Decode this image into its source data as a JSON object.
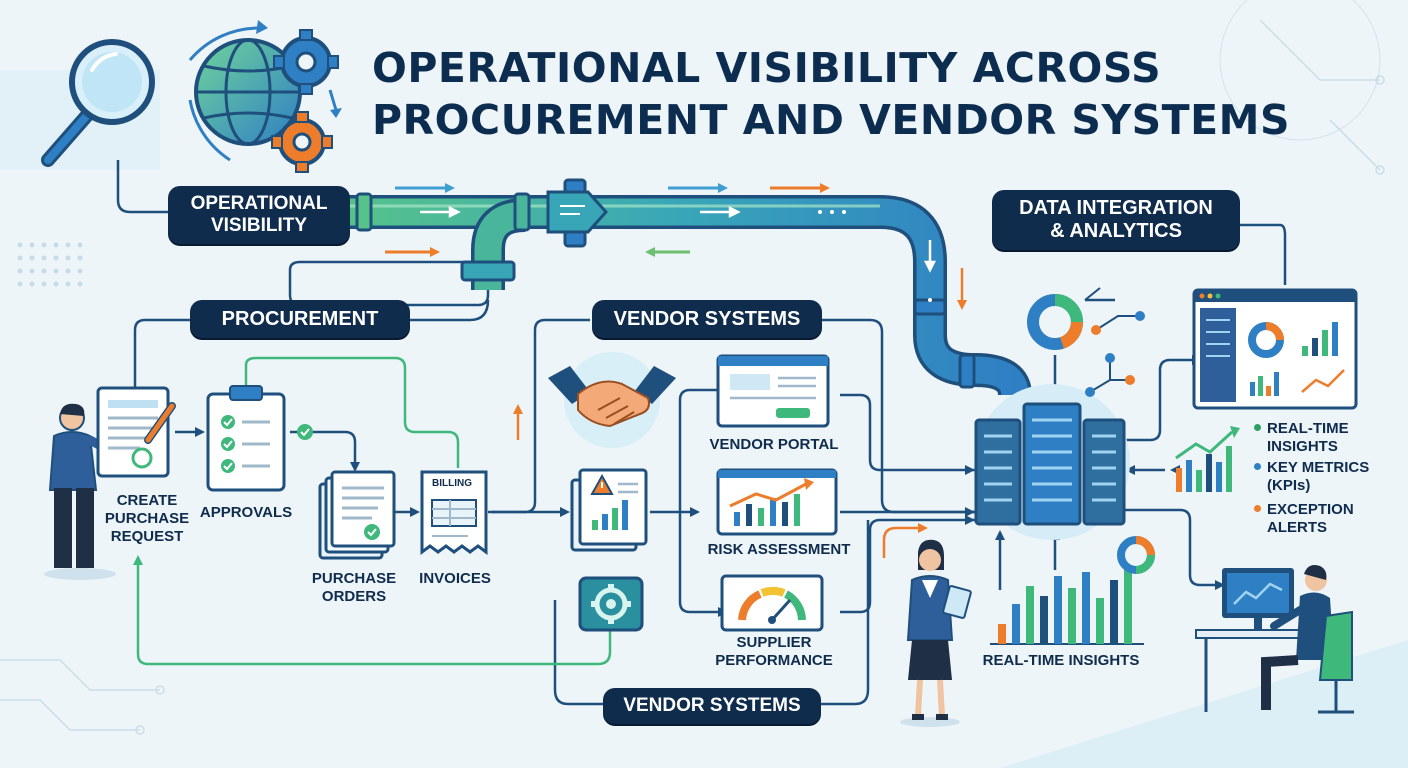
{
  "title": {
    "line1": "OPERATIONAL VISIBILITY ACROSS",
    "line2": "PROCUREMENT AND VENDOR SYSTEMS"
  },
  "badges": {
    "operational_visibility": [
      "OPERATIONAL",
      "VISIBILITY"
    ],
    "data_integration": [
      "DATA INTEGRATION",
      "& ANALYTICS"
    ],
    "procurement": "PROCUREMENT",
    "vendor_systems_top": "VENDOR SYSTEMS",
    "vendor_systems_bottom": "VENDOR SYSTEMS"
  },
  "procurement_steps": {
    "create_request": [
      "CREATE",
      "PURCHASE",
      "REQUEST"
    ],
    "approvals": "APPROVALS",
    "purchase_orders": [
      "PURCHASE",
      "ORDERS"
    ],
    "invoices": "INVOICES",
    "billing_tag": "BILLING"
  },
  "vendor_modules": {
    "vendor_portal": "VENDOR PORTAL",
    "risk_assessment": "RISK ASSESSMENT",
    "supplier_performance": [
      "SUPPLIER",
      "PERFORMANCE"
    ]
  },
  "analytics": {
    "real_time_insights": "REAL-TIME INSIGHTS"
  },
  "legend": [
    {
      "text": [
        "REAL-TIME",
        "INSIGHTS"
      ],
      "color": "#2f9e64"
    },
    {
      "text": [
        "KEY METRICS",
        "(KPIs)"
      ],
      "color": "#2f7fc4"
    },
    {
      "text": [
        "EXCEPTION",
        "ALERTS"
      ],
      "color": "#ee7d2b"
    }
  ],
  "colors": {
    "navy": "#0f2c4d",
    "pipe_green": "#3fb87c",
    "pipe_blue": "#2f7fc4",
    "accent_orange": "#ee7d2b",
    "accent_green": "#2f9e64",
    "line_blue": "#1f4f7c"
  }
}
